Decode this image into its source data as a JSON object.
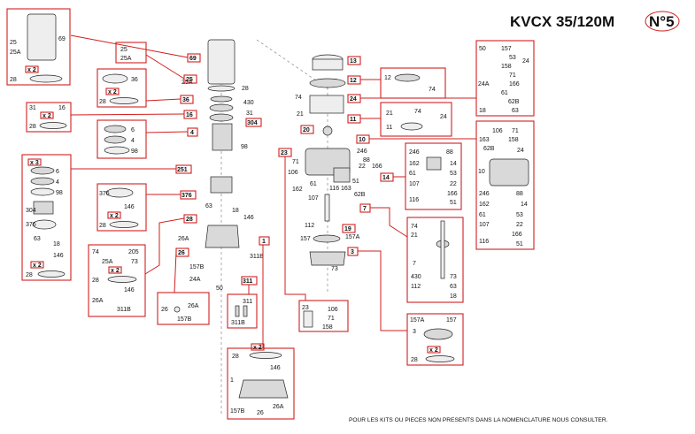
{
  "header": {
    "model": "KVCX 35/120M",
    "variant": "N°5"
  },
  "footer": {
    "note": "POUR LES KITS OU PIECES NON PRESENTS DANS LA NOMENCLATURE NOUS CONSULTER."
  },
  "tags": {
    "t69": "69",
    "t25": "25",
    "t36": "36",
    "t16": "16",
    "t304": "304",
    "t4": "4",
    "t251": "251",
    "t376": "376",
    "t28": "28",
    "t1": "1",
    "t26": "26",
    "t311": "311",
    "t13": "13",
    "t12": "12",
    "t24": "24",
    "t11": "11",
    "t20": "20",
    "t10": "10",
    "t23": "23",
    "t14": "14",
    "t7": "7",
    "t19": "19",
    "t3": "3",
    "x2": "x 2",
    "x3": "x 3"
  },
  "labels": {
    "c25": "25",
    "c25a": "25A",
    "c28": "28",
    "c30": "430",
    "c31": "31",
    "c98": "98",
    "c63": "63",
    "c18": "18",
    "c146": "146",
    "c26a": "26A",
    "c157b": "157B",
    "c24a": "24A",
    "c50": "50",
    "c311b": "311B",
    "c74": "74",
    "c21": "21",
    "c71": "71",
    "c106": "106",
    "c162": "162",
    "c61": "61",
    "c116": "116",
    "c107": "107",
    "c166": "166",
    "c163": "163",
    "c62b": "62B",
    "c246": "246",
    "c88": "88",
    "c14": "14",
    "c53": "53",
    "c22": "22",
    "c51": "51",
    "c112": "112",
    "c157": "157",
    "c157a": "157A",
    "c73": "73",
    "c6": "6",
    "c205": "205",
    "c36": "36",
    "c158": "158",
    "c12": "12",
    "c11": "11",
    "c10": "10",
    "c69": "69",
    "c304": "304",
    "c376": "376",
    "c4": "4",
    "c3": "3",
    "c7": "7",
    "c106b": "106"
  }
}
